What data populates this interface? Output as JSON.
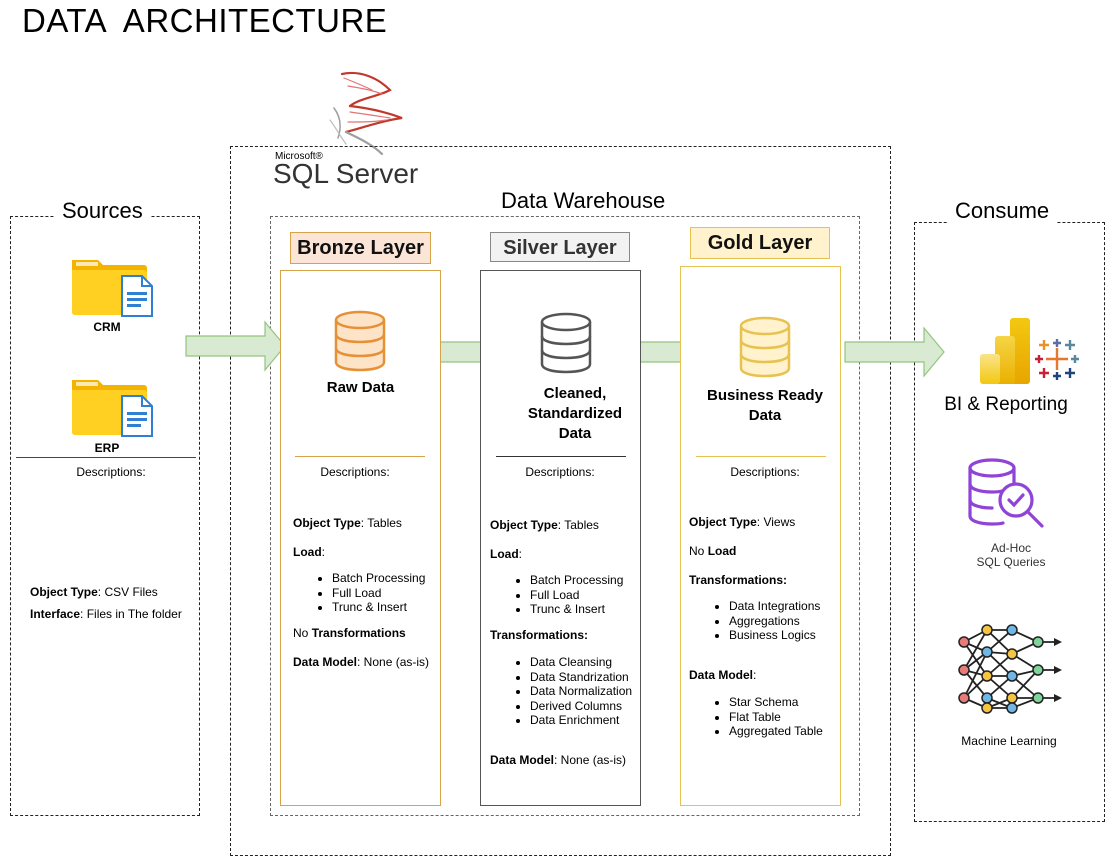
{
  "title": "DATA  ARCHITECTURE",
  "logo": {
    "vendor_small": "Microsoft®",
    "product": "SQL Server"
  },
  "groups": {
    "sources": "Sources",
    "warehouse": "Data Warehouse",
    "consume": "Consume"
  },
  "sources": {
    "items": [
      "CRM",
      "ERP"
    ],
    "descriptions_label": "Descriptions:",
    "object_type_key": "Object Type",
    "object_type_value": ": CSV Files",
    "interface_key": "Interface",
    "interface_value": ": Files in The folder"
  },
  "bronze": {
    "tag": "Bronze Layer",
    "heading": "Raw Data",
    "descriptions_label": "Descriptions:",
    "object_type_key": "Object Type",
    "object_type_value": ": Tables",
    "load_key": "Load",
    "load_suffix": ":",
    "load_items": [
      "Batch Processing",
      "Full Load",
      "Trunc & Insert"
    ],
    "transform_prefix": "No ",
    "transform_key": "Transformations",
    "model_key": "Data Model",
    "model_value": ": None (as-is)"
  },
  "silver": {
    "tag": "Silver Layer",
    "heading_lines": [
      "Cleaned,",
      "Standardized",
      "Data"
    ],
    "descriptions_label": "Descriptions:",
    "object_type_key": "Object Type",
    "object_type_value": ": Tables",
    "load_key": "Load",
    "load_suffix": ":",
    "load_items": [
      "Batch Processing",
      "Full Load",
      "Trunc & Insert"
    ],
    "transform_key": "Transformations:",
    "transform_items": [
      "Data Cleansing",
      "Data Standrization",
      "Data Normalization",
      "Derived Columns",
      "Data Enrichment"
    ],
    "model_key": "Data Model",
    "model_value": ": None (as-is)"
  },
  "gold": {
    "tag": "Gold Layer",
    "heading_lines": [
      "Business Ready",
      "Data"
    ],
    "descriptions_label": "Descriptions:",
    "object_type_key": "Object Type",
    "object_type_value": ": Views",
    "load_prefix": "No ",
    "load_key": "Load",
    "transform_key": "Transformations:",
    "transform_items": [
      "Data Integrations",
      "Aggregations",
      "Business Logics"
    ],
    "model_key": "Data Model",
    "model_suffix": ":",
    "model_items": [
      "Star Schema",
      "Flat Table",
      "Aggregated Table"
    ]
  },
  "consume": {
    "bi": "BI & Reporting",
    "adhoc_lines": [
      "Ad-Hoc",
      "SQL Queries"
    ],
    "ml": "Machine Learning"
  },
  "icons": {
    "folder": "folder-document-icon",
    "database": "database-icon",
    "arrow": "right-arrow-icon",
    "powerbi": "power-bi-icon",
    "tableau": "tableau-icon",
    "sql_search": "database-search-icon",
    "neural": "neural-network-icon",
    "logo": "sql-server-logo"
  },
  "colors": {
    "bronze_border": "#d6a24a",
    "bronze_fill": "#fbe5d6",
    "silver_border": "#555555",
    "silver_fill": "#f2f2f2",
    "gold_border": "#e8c251",
    "gold_fill": "#fff2cc",
    "arrow_fill": "#d9ead3",
    "arrow_stroke": "#93c47d",
    "adhoc_text": "#333333"
  }
}
